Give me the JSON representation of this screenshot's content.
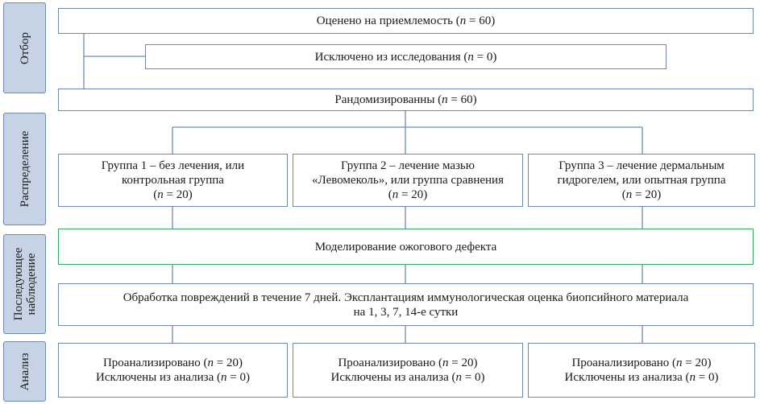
{
  "phases": {
    "selection": "Отбор",
    "allocation": "Распределение",
    "followup_line1": "Последующее",
    "followup_line2": "наблюдение",
    "analysis": "Анализ"
  },
  "assessed": {
    "text": "Оценено на приемлемость (",
    "n_symbol": "n",
    "count": " = 60)"
  },
  "excluded": {
    "text": "Исключено из исследования (",
    "n_symbol": "n",
    "count": " = 0)"
  },
  "randomized": {
    "text": "Рандомизированны (",
    "n_symbol": "n",
    "count": " = 60)"
  },
  "groups": [
    {
      "line1": "Группа 1 – без лечения, или",
      "line2": "контрольная группа",
      "n_open": "(",
      "n_symbol": "n",
      "n_value": " = 20)"
    },
    {
      "line1": "Группа 2 – лечение мазью",
      "line2": "«Левомеколь», или группа сравнения",
      "n_open": "(",
      "n_symbol": "n",
      "n_value": " = 20)"
    },
    {
      "line1": "Группа 3 – лечение дермальным",
      "line2": "гидрогелем, или опытная группа",
      "n_open": "(",
      "n_symbol": "n",
      "n_value": " = 20)"
    }
  ],
  "modeling": {
    "text": "Моделирование ожогового дефекта"
  },
  "processing": {
    "line1": "Обработка повреждений в течение 7 дней. Эксплантациям иммунологическая оценка биопсийного материала",
    "line2": "на 1, 3, 7, 14-е сутки"
  },
  "analysis_boxes": [
    {
      "analyzed": "Проанализировано (",
      "analyzed_n": "n",
      "analyzed_count": " = 20)",
      "excluded": "Исключены из анализа (",
      "excluded_n": "n",
      "excluded_count": " = 0)"
    },
    {
      "analyzed": "Проанализировано (",
      "analyzed_n": "n",
      "analyzed_count": " = 20)",
      "excluded": "Исключены из анализа (",
      "excluded_n": "n",
      "excluded_count": " = 0)"
    },
    {
      "analyzed": "Проанализировано (",
      "analyzed_n": "n",
      "analyzed_count": " = 20)",
      "excluded": "Исключены из анализа (",
      "excluded_n": "n",
      "excluded_count": " = 0)"
    }
  ],
  "colors": {
    "phase_fill": "#c5d3e4",
    "box_border": "#6f89ac",
    "highlight_border": "#3aa35d"
  }
}
